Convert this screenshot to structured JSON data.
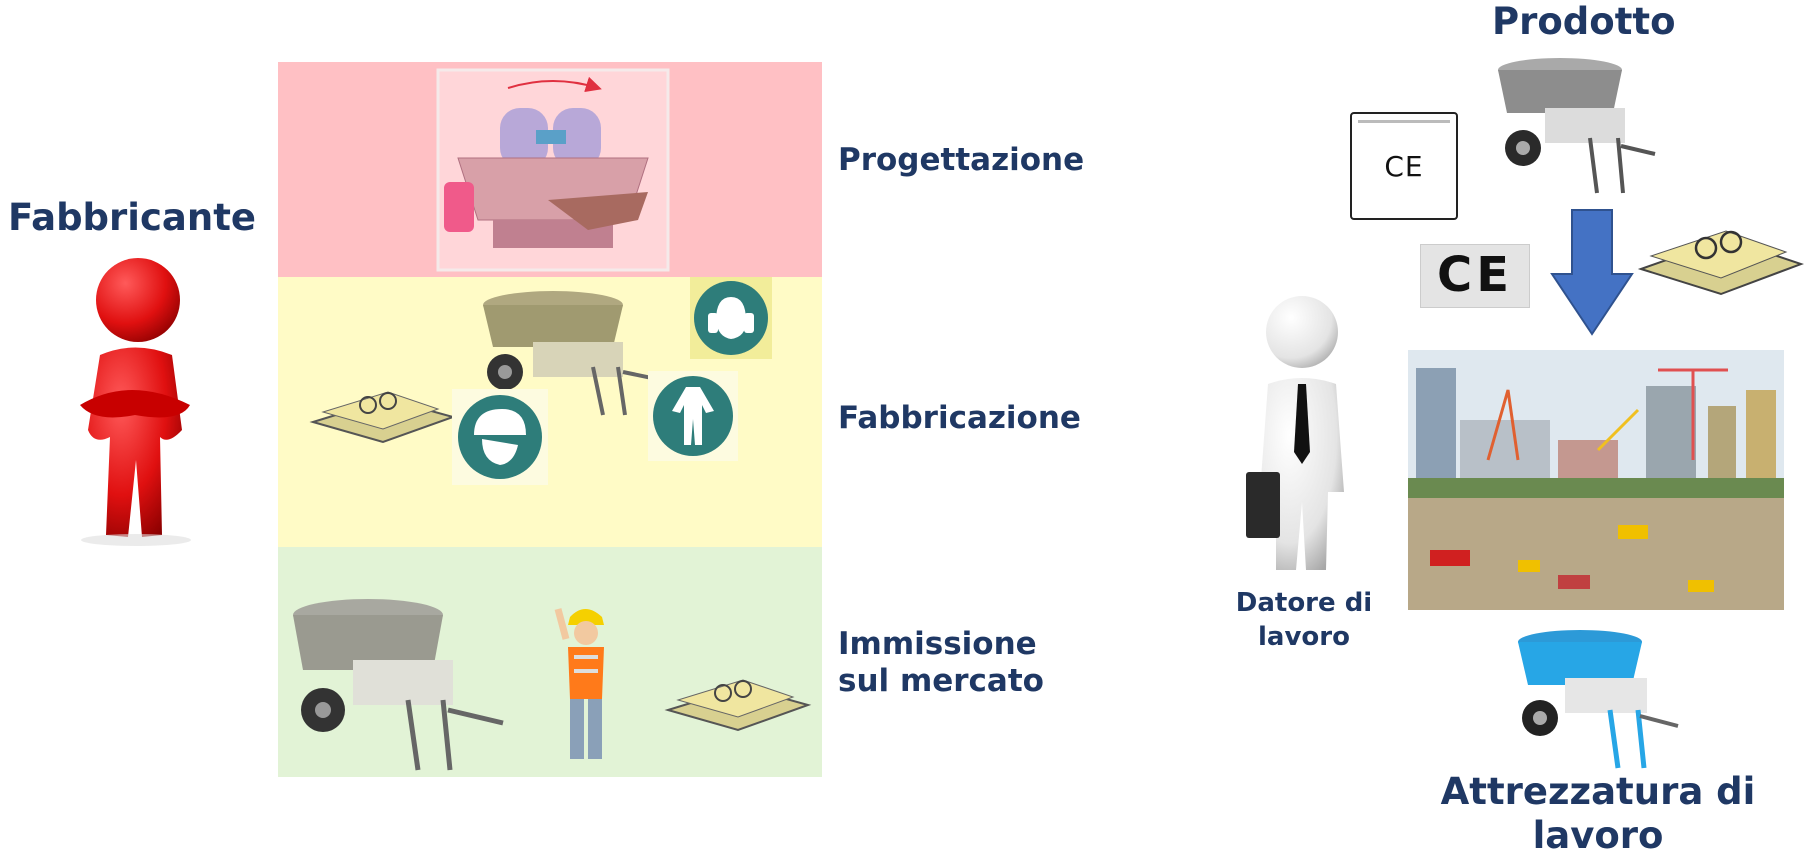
{
  "manufacturer": {
    "title": "Fabbricante"
  },
  "phases": [
    {
      "label": "Progettazione",
      "color": "#ffc0c4"
    },
    {
      "label": "Fabbricazione",
      "color": "#fffbc6"
    },
    {
      "label": "Immissione sul mercato",
      "color": "#e2f3d6"
    }
  ],
  "product": {
    "title": "Prodotto",
    "mark": "CE"
  },
  "employer": {
    "label": "Datore di lavoro"
  },
  "work_equipment": {
    "label": "Attrezzatura di lavoro"
  },
  "colors": {
    "text": "#1f3864",
    "arrow": "#4472c4",
    "safety_sign": "#2e7d7a",
    "figure_red": "#e01010"
  }
}
